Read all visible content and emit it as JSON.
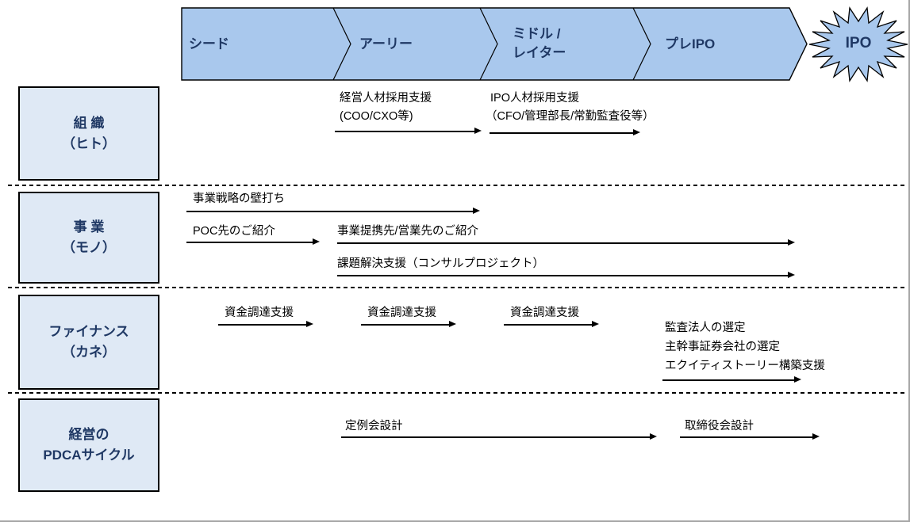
{
  "banner": {
    "stages": [
      {
        "label": "シード"
      },
      {
        "label": "アーリー"
      },
      {
        "label": "ミドル /\nレイター"
      },
      {
        "label": "プレIPO"
      }
    ],
    "ipo_label": "IPO"
  },
  "rows": [
    {
      "title_lines": [
        "組 織",
        "（ヒト）"
      ],
      "items": [
        {
          "lines": [
            "経営人材採用支援",
            "(COO/CXO等)"
          ]
        },
        {
          "lines": [
            "IPO人材採用支援",
            "（CFO/管理部長/常勤監査役等）"
          ]
        }
      ]
    },
    {
      "title_lines": [
        "事 業",
        "（モノ）"
      ],
      "items": [
        {
          "lines": [
            "事業戦略の壁打ち"
          ]
        },
        {
          "lines": [
            "POC先のご紹介"
          ]
        },
        {
          "lines": [
            "事業提携先/営業先のご紹介"
          ]
        },
        {
          "lines": [
            "課題解決支援（コンサルプロジェクト）"
          ]
        }
      ]
    },
    {
      "title_lines": [
        "ファイナンス",
        "（カネ）"
      ],
      "items": [
        {
          "lines": [
            "資金調達支援"
          ]
        },
        {
          "lines": [
            "資金調達支援"
          ]
        },
        {
          "lines": [
            "資金調達支援"
          ]
        },
        {
          "lines": [
            "監査法人の選定",
            "主幹事証券会社の選定",
            "エクイティストーリー構築支援"
          ]
        }
      ]
    },
    {
      "title_lines": [
        "経営の",
        "PDCAサイクル"
      ],
      "items": [
        {
          "lines": [
            "定例会設計"
          ]
        },
        {
          "lines": [
            "取締役会設計"
          ]
        }
      ]
    }
  ],
  "colors": {
    "banner_fill": "#a9c8ed",
    "box_fill": "#dfe9f5",
    "title_text": "#1f3864",
    "line": "#000000",
    "edge_border": "#a6a6a6"
  }
}
